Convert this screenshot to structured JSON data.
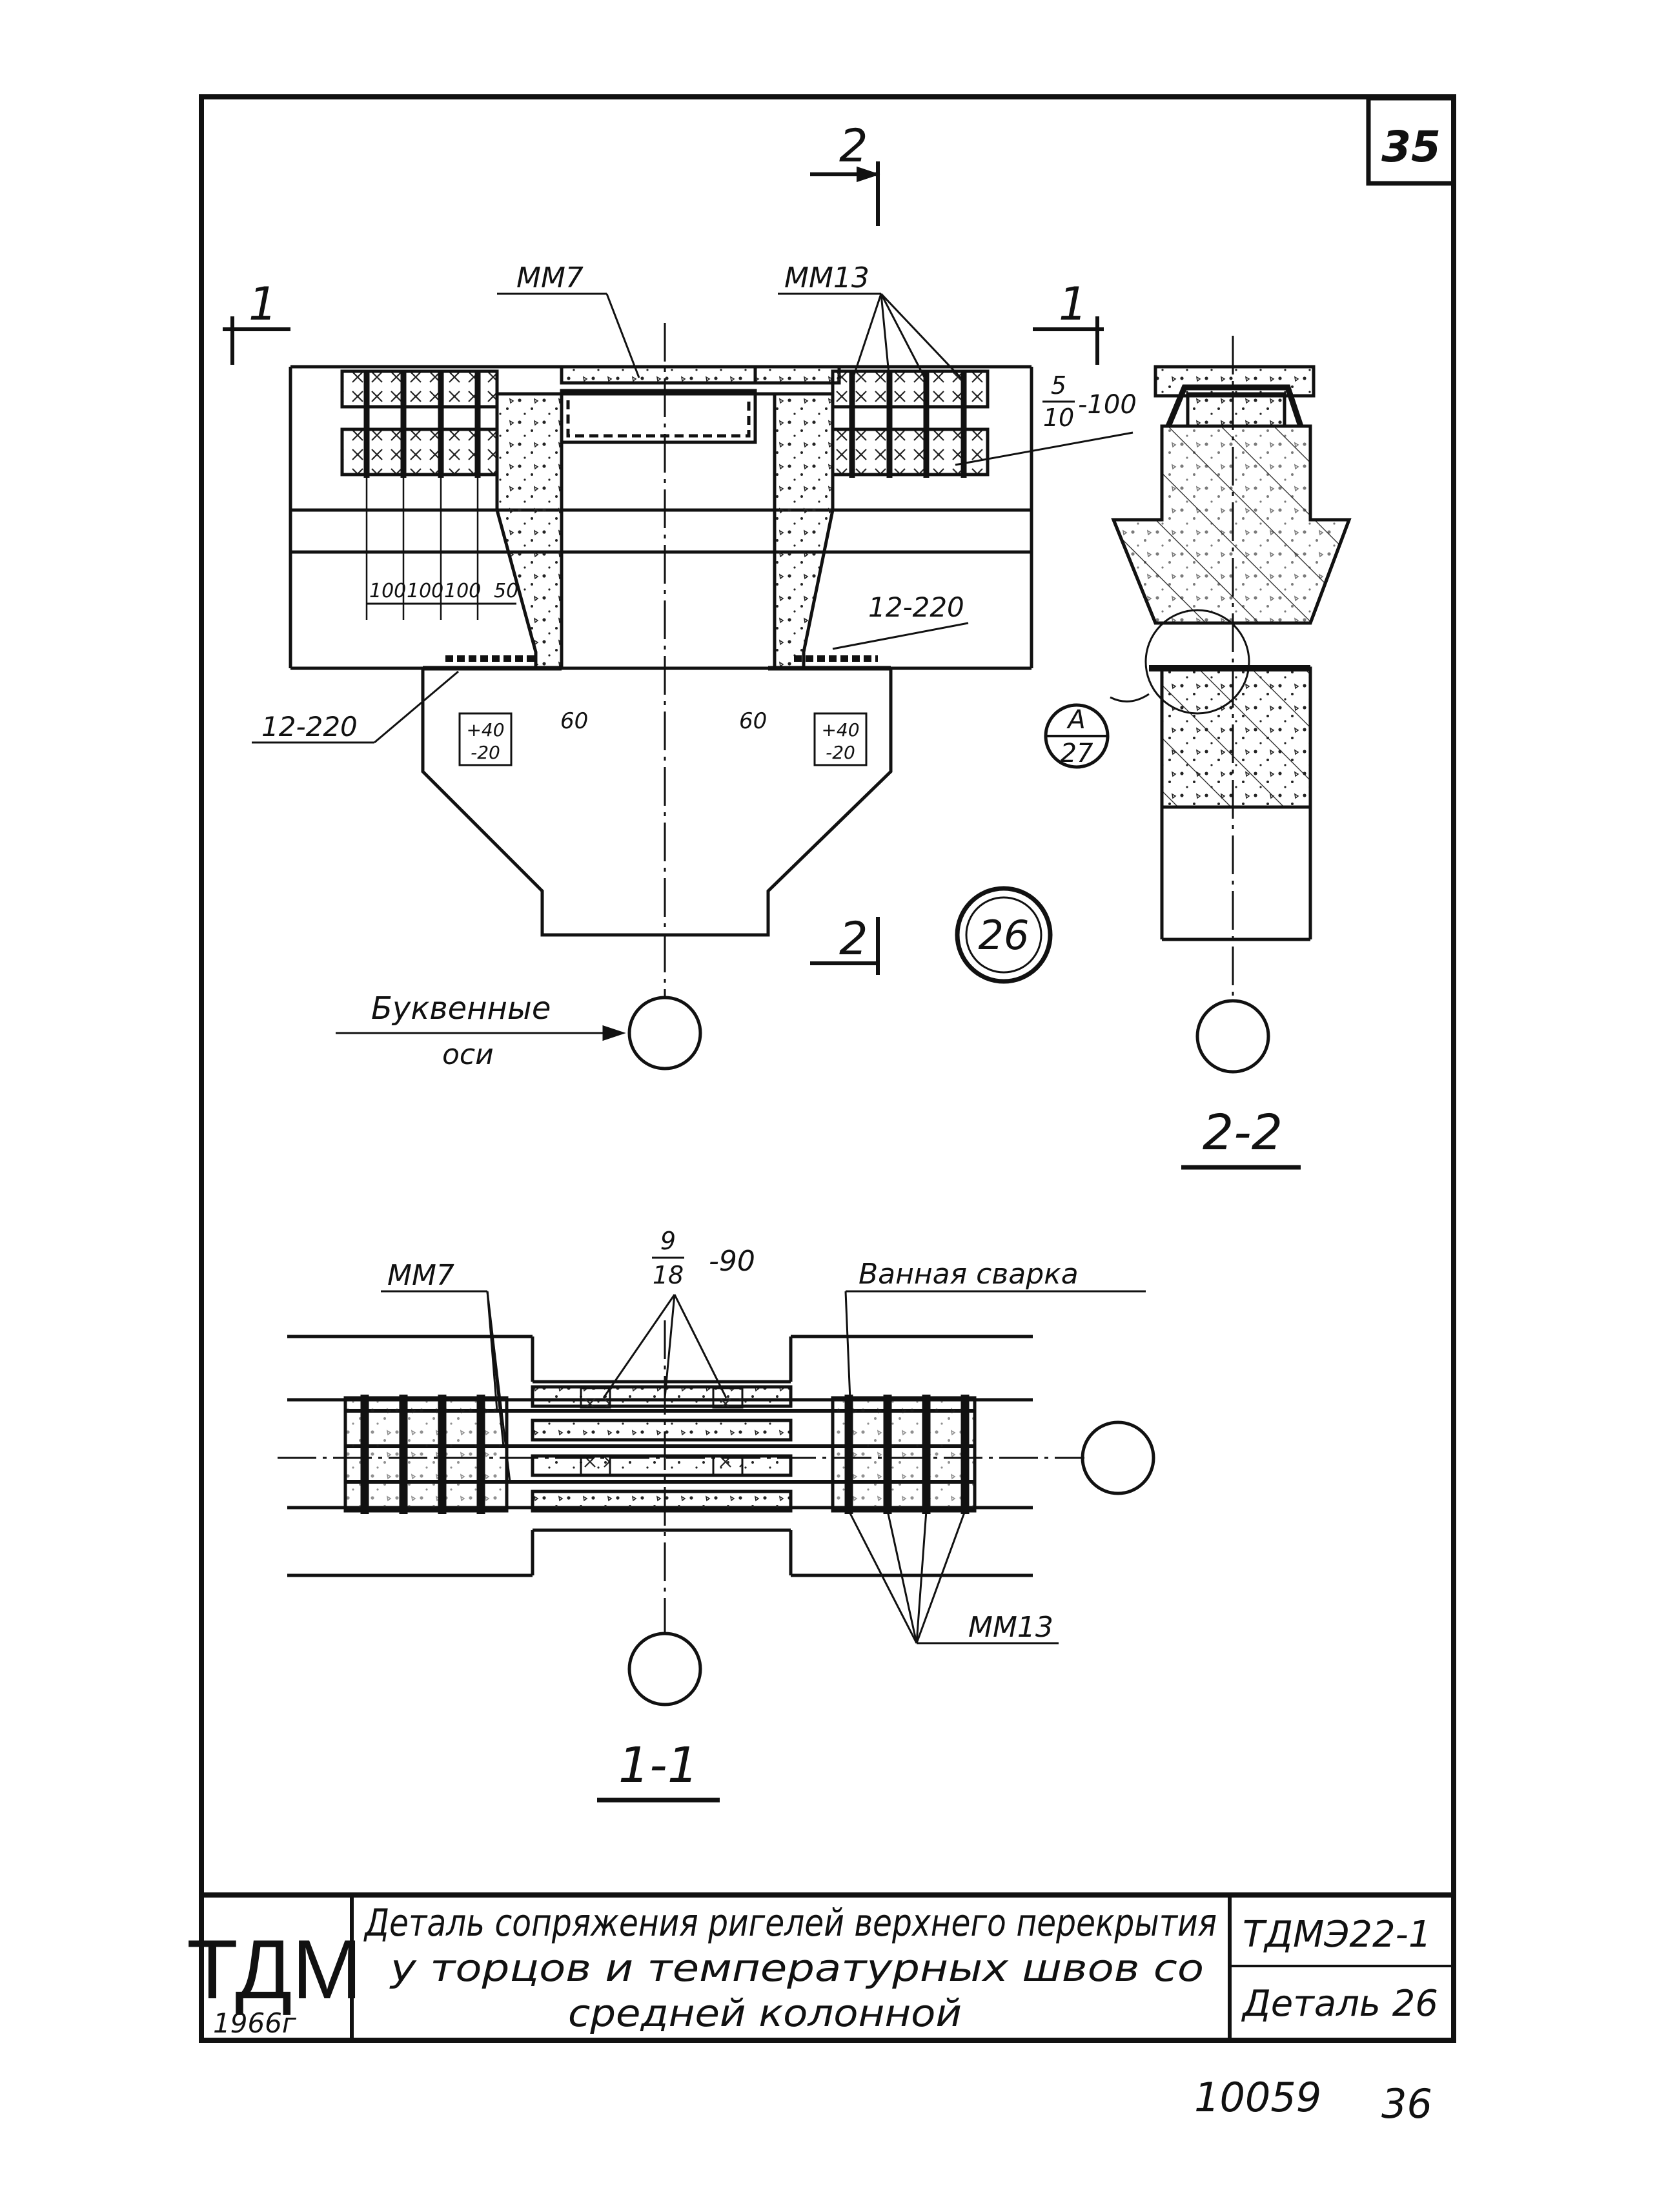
{
  "sheet": {
    "page_number": "35",
    "bottom_left_number": "10059",
    "bottom_right_number": "36"
  },
  "drawing": {
    "section_mark_2": "2",
    "section_mark_1": "1",
    "label_mm7": "ММ7",
    "label_mm13": "ММ13",
    "frac_top": "5",
    "frac_bottom": "10",
    "frac_suffix": "-100",
    "dim_100_a": "100",
    "dim_100_b": "100",
    "dim_100_c": "100",
    "dim_50": "50",
    "rebar_left": "12-220",
    "rebar_right": "12-220",
    "tol_top": "+40",
    "tol_bottom": "-20",
    "dim_60": "60",
    "detail_number": "26",
    "axes_note_line1": "Буквенные",
    "axes_note_line2": "оси",
    "callout_top": "А",
    "callout_bottom": "27",
    "section_2_2": "2-2",
    "section_1_1": "1-1",
    "weld_frac_top": "9",
    "weld_frac_bottom": "18",
    "weld_frac_suffix": "-90",
    "bath_weld": "Ванная сварка"
  },
  "title_block": {
    "org": "ТДМ",
    "year": "1966г",
    "title_line1": "Деталь сопряжения ригелей верхнего перекрытия",
    "title_line2": "у торцов  и  температурных  швов  со",
    "title_line3": "средней   колонной",
    "series": "ТДМЭ22-1",
    "detail": "Деталь 26"
  }
}
